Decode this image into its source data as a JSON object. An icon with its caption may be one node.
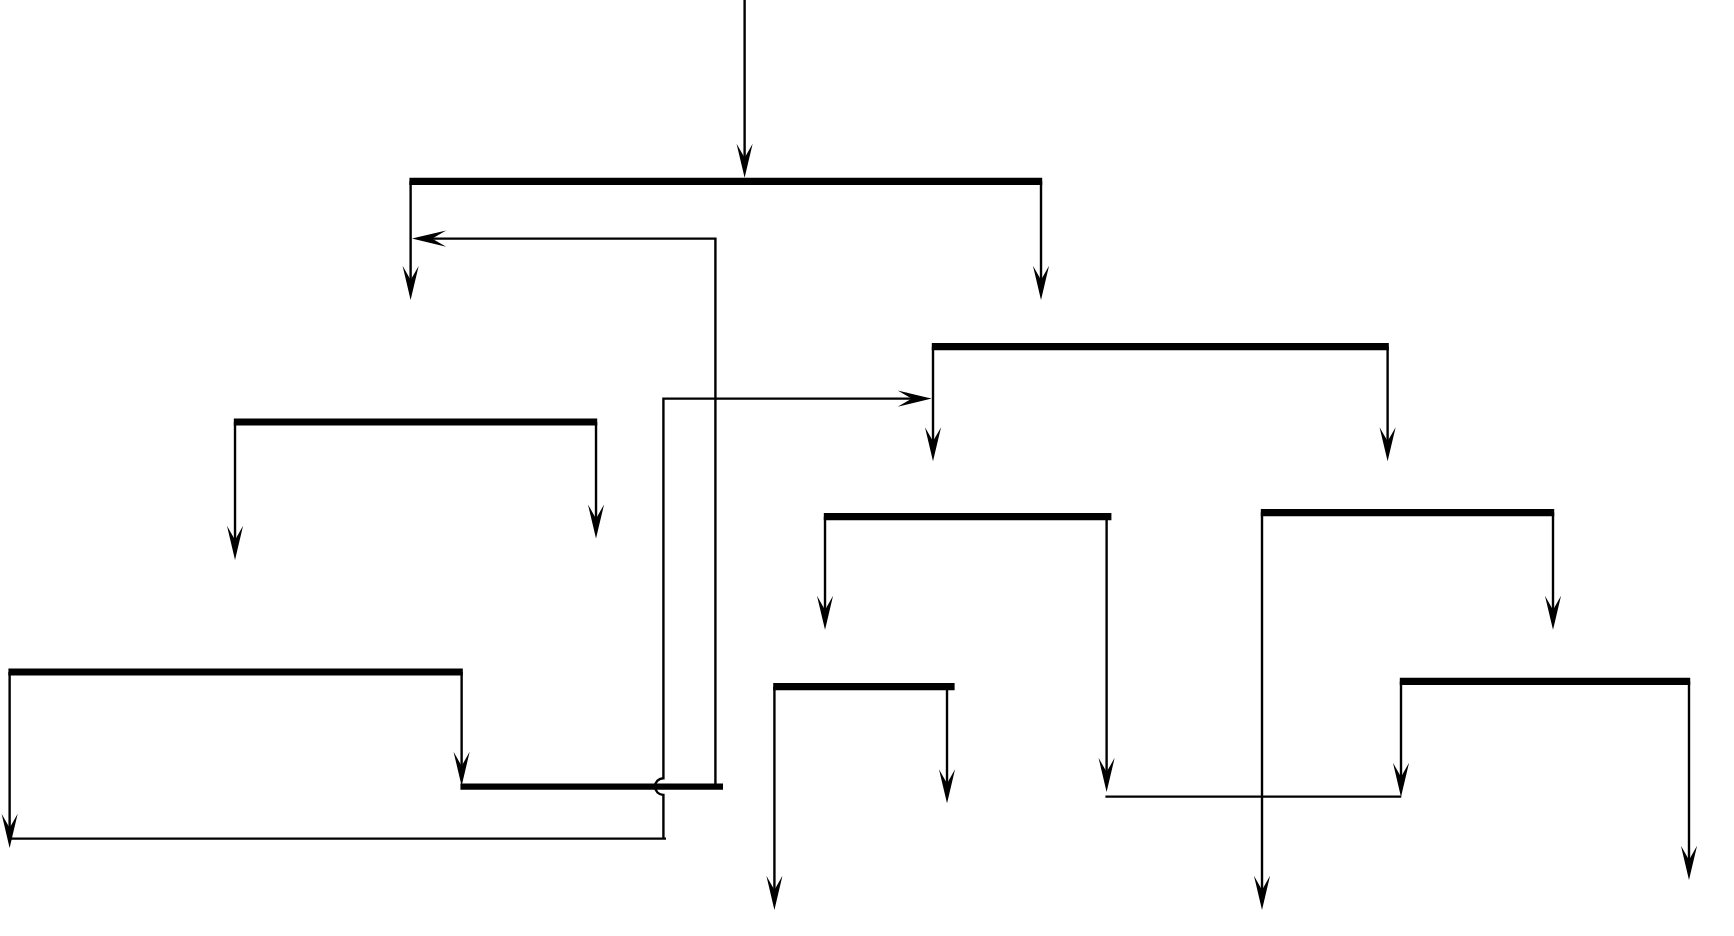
{
  "diagram": {
    "nodes": [
      {
        "text": [],
        "shape": "bar"
      },
      {
        "text": [],
        "shape": "bar"
      },
      {
        "text": [],
        "shape": "bar"
      },
      {
        "text": [],
        "shape": "bar"
      },
      {
        "text": [],
        "shape": "bar"
      },
      {
        "text": [],
        "shape": "bar"
      },
      {
        "text": [],
        "shape": "bar"
      },
      {
        "text": [],
        "shape": "bar"
      },
      {
        "text": [],
        "shape": "bar"
      },
      {
        "text": [],
        "shape": "bar"
      },
      {
        "text": [],
        "shape": "bar"
      }
    ],
    "edges": [
      {
        "from": null,
        "to": 0,
        "arrow": "to"
      },
      {
        "from": 0,
        "to": null,
        "arrow": "to"
      },
      {
        "from": 0,
        "to": 1,
        "arrow": "to"
      },
      {
        "from": 1,
        "to": 4,
        "arrow": "to"
      },
      {
        "from": 1,
        "to": 3,
        "arrow": "to"
      },
      {
        "from": 2,
        "to": null,
        "arrow": "to"
      },
      {
        "from": 2,
        "to": null,
        "arrow": "to"
      },
      {
        "from": 3,
        "to": null,
        "arrow": "to"
      },
      {
        "from": 3,
        "to": 6,
        "arrow": "to"
      },
      {
        "from": 4,
        "to": 7,
        "arrow": "to"
      },
      {
        "from": 4,
        "to": 9,
        "arrow": "to"
      },
      {
        "from": 5,
        "to": 10,
        "arrow": "to"
      },
      {
        "from": 5,
        "to": 8,
        "arrow": "to"
      },
      {
        "from": 6,
        "to": 9,
        "arrow": "to"
      },
      {
        "from": 6,
        "to": null,
        "arrow": "to"
      },
      {
        "from": 7,
        "to": null,
        "arrow": "to"
      },
      {
        "from": 7,
        "to": null,
        "arrow": "to"
      },
      {
        "from": 8,
        "to": null,
        "arrow": "to"
      },
      {
        "from": 10,
        "to": null,
        "arrow": "to"
      }
    ]
  }
}
